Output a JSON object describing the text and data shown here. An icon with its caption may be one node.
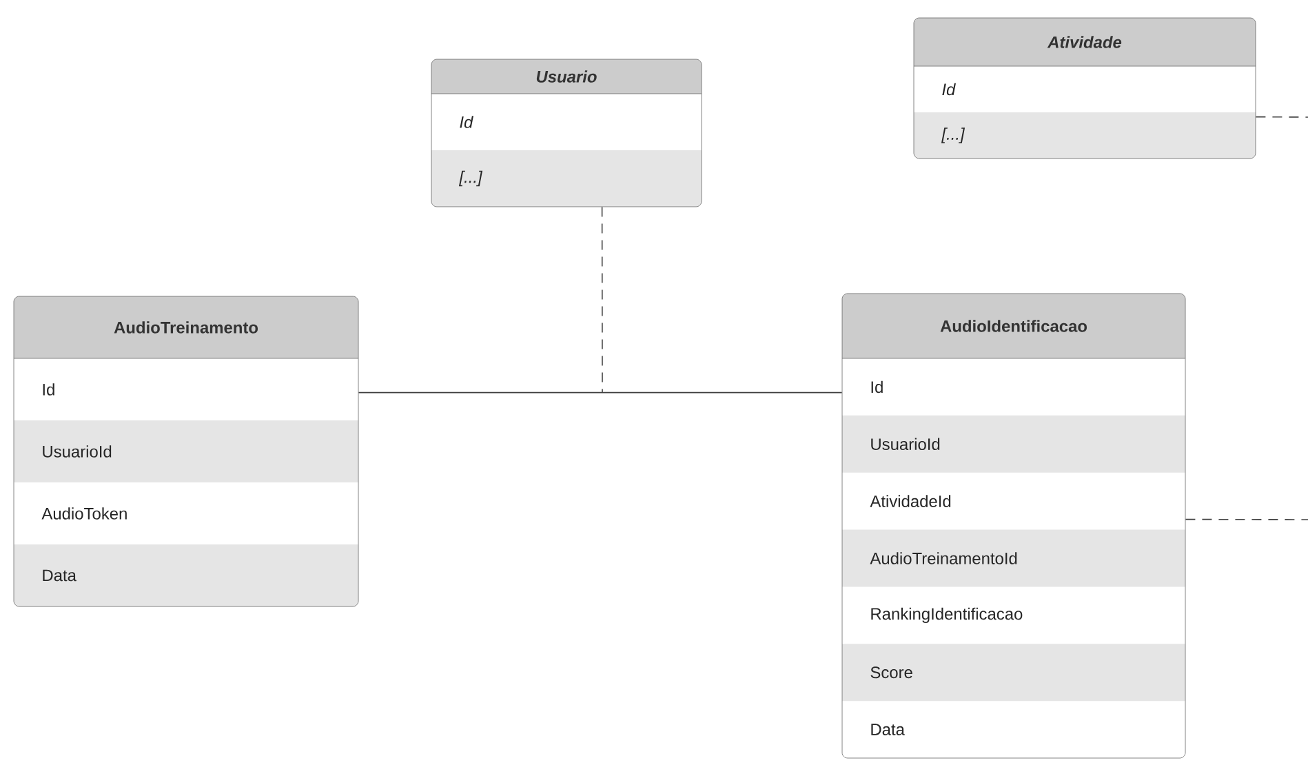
{
  "diagram": {
    "nodes": [
      {
        "text": [
          "Usuario",
          "Id",
          "[...]"
        ]
      },
      {
        "text": [
          "Atividade",
          "Id",
          "[...]"
        ]
      },
      {
        "text": [
          "AudioTreinamento",
          "Id",
          "UsuarioId",
          "AudioToken",
          "Data"
        ]
      },
      {
        "text": [
          "AudioIdentificacao",
          "Id",
          "UsuarioId",
          "AtividadeId",
          "AudioTreinamentoId",
          "RankingIdentificacao",
          "Score",
          "Data"
        ]
      }
    ],
    "edges": [
      {
        "from": 2,
        "to": 3,
        "arrow": "none"
      },
      {
        "from": 0,
        "to": null,
        "arrow": "none",
        "style": "dashed"
      },
      {
        "from": 1,
        "to": null,
        "arrow": "none",
        "style": "dashed"
      },
      {
        "from": 3,
        "to": null,
        "arrow": "none",
        "style": "dashed"
      }
    ]
  }
}
